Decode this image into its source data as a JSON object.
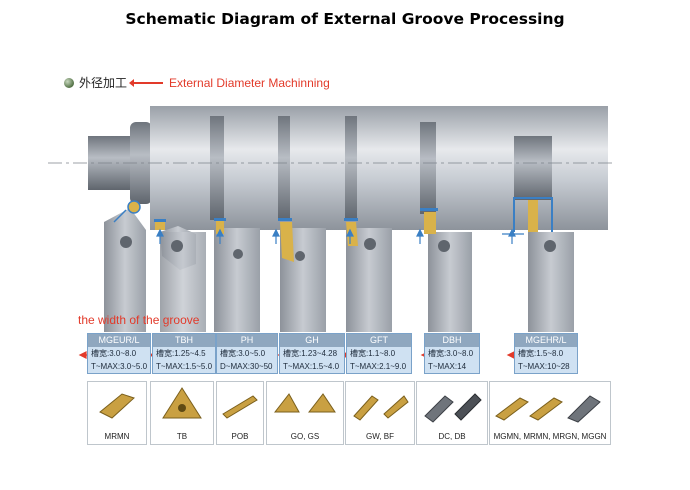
{
  "title": "Schematic Diagram of External Groove Processing",
  "heading": {
    "cn": "外径加工",
    "en": "External Diameter Machinning"
  },
  "groove_label": "the width of the groove",
  "colors": {
    "accent_red": "#e23a2a",
    "header_blue": "#8fa7bf",
    "panel_blue": "#cfe1f2",
    "workpiece": "#c9cdd4",
    "insert_gold": "#d9b24a",
    "tool_grey": "#a8acb2"
  },
  "tools": [
    {
      "name": "MGEUR/L",
      "width": "槽宽:3.0~8.0",
      "tmax": "T~MAX:3.0~5.0",
      "insert": "MRMN"
    },
    {
      "name": "TBH",
      "width": "槽宽:1.25~4.5",
      "tmax": "T~MAX:1.5~5.0",
      "insert": "TB"
    },
    {
      "name": "PH",
      "width": "槽宽:3.0~5.0",
      "tmax": "D~MAX:30~50",
      "insert": "POB"
    },
    {
      "name": "GH",
      "width": "槽宽:1.23~4.28",
      "tmax": "T~MAX:1.5~4.0",
      "insert": "GO, GS"
    },
    {
      "name": "GFT",
      "width": "槽宽:1.1~8.0",
      "tmax": "T~MAX:2.1~9.0",
      "insert": "GW, BF"
    },
    {
      "name": "DBH",
      "width": "槽宽:3.0~8.0",
      "tmax": "T~MAX:14",
      "insert": "DC, DB"
    },
    {
      "name": "MGEHR/L",
      "width": "槽宽:1.5~8.0",
      "tmax": "T~MAX:10~28",
      "insert": "MGMN, MRMN, MRGN, MGGN"
    }
  ]
}
